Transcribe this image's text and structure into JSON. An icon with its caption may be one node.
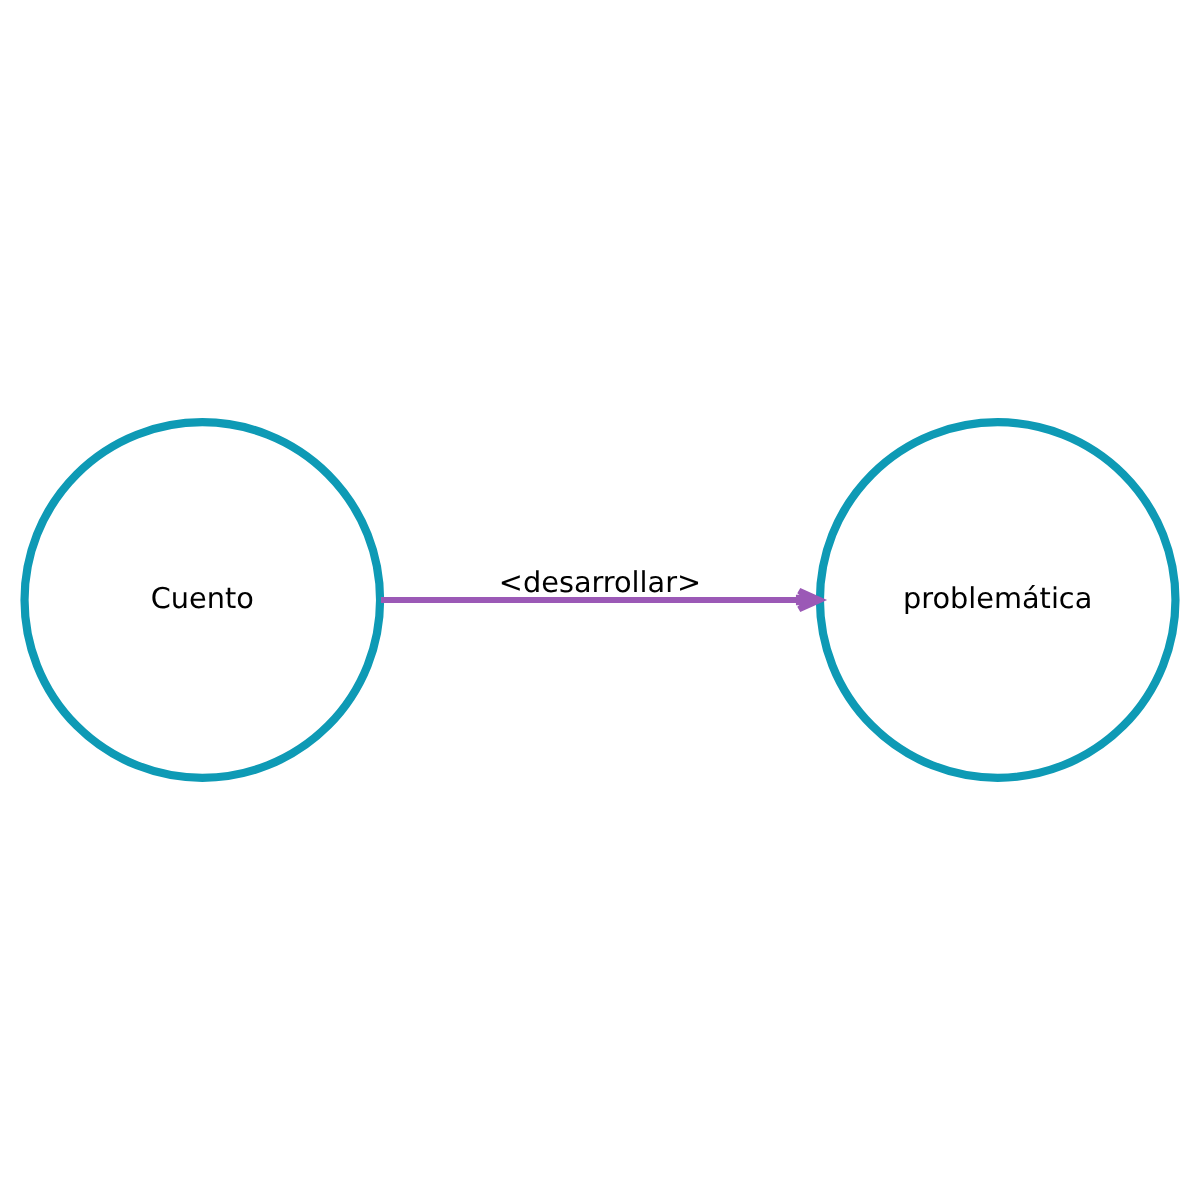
{
  "diagram": {
    "nodes": [
      {
        "text": [
          "Cuento"
        ]
      },
      {
        "text": [
          "problemática"
        ]
      }
    ],
    "edges": [
      {
        "from": 0,
        "to": 1,
        "arrow": "to",
        "label": "<desarrollar>",
        "color": "#9b59b6"
      }
    ]
  }
}
